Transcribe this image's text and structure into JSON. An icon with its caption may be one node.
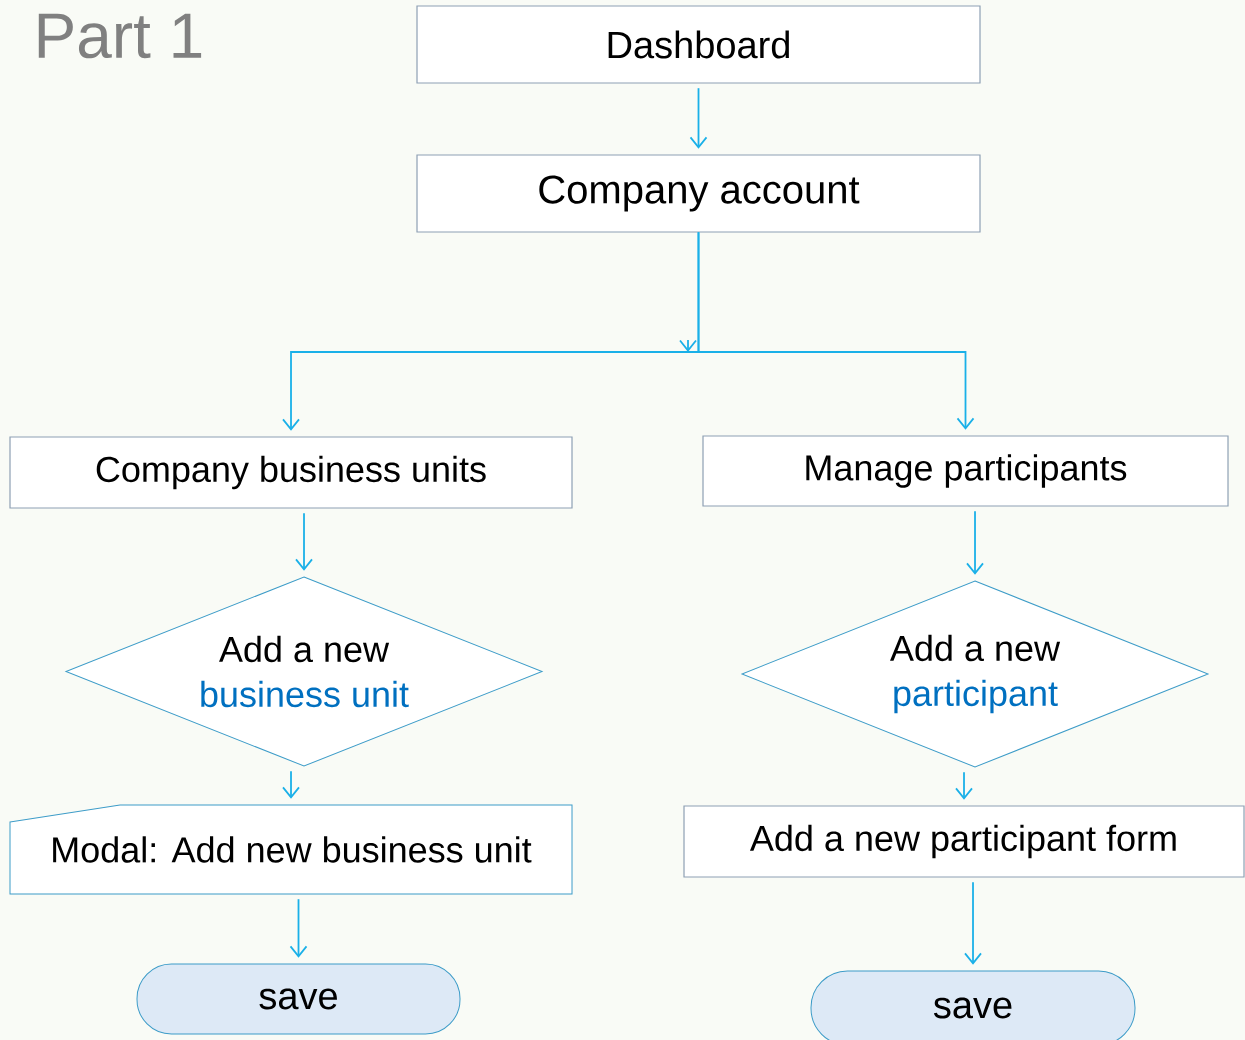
{
  "diagram": {
    "title": "Part 1",
    "nodes": [
      {
        "text": [
          "Dashboard"
        ]
      },
      {
        "text": [
          "Company account"
        ]
      },
      {
        "text": [
          "Company business units"
        ]
      },
      {
        "text": [
          "Manage participants"
        ]
      },
      {
        "text": [
          "Add a new",
          "business unit"
        ]
      },
      {
        "text": [
          "Add a new",
          "participant"
        ]
      },
      {
        "text": [
          "Modal: Add new business unit"
        ]
      },
      {
        "text": [
          "Add a new participant form"
        ]
      },
      {
        "text": [
          "save"
        ]
      },
      {
        "text": [
          "save"
        ]
      }
    ],
    "edges": [
      {
        "from": 0,
        "to": 1,
        "arrow": "to"
      },
      {
        "from": 1,
        "to": 2,
        "arrow": "to"
      },
      {
        "from": 1,
        "to": 3,
        "arrow": "to"
      },
      {
        "from": 2,
        "to": 4,
        "arrow": "to"
      },
      {
        "from": 3,
        "to": 5,
        "arrow": "to"
      },
      {
        "from": 4,
        "to": 6,
        "arrow": "to"
      },
      {
        "from": 5,
        "to": 7,
        "arrow": "to"
      },
      {
        "from": 6,
        "to": 8,
        "arrow": "to"
      },
      {
        "from": 7,
        "to": 9,
        "arrow": "to"
      }
    ]
  }
}
